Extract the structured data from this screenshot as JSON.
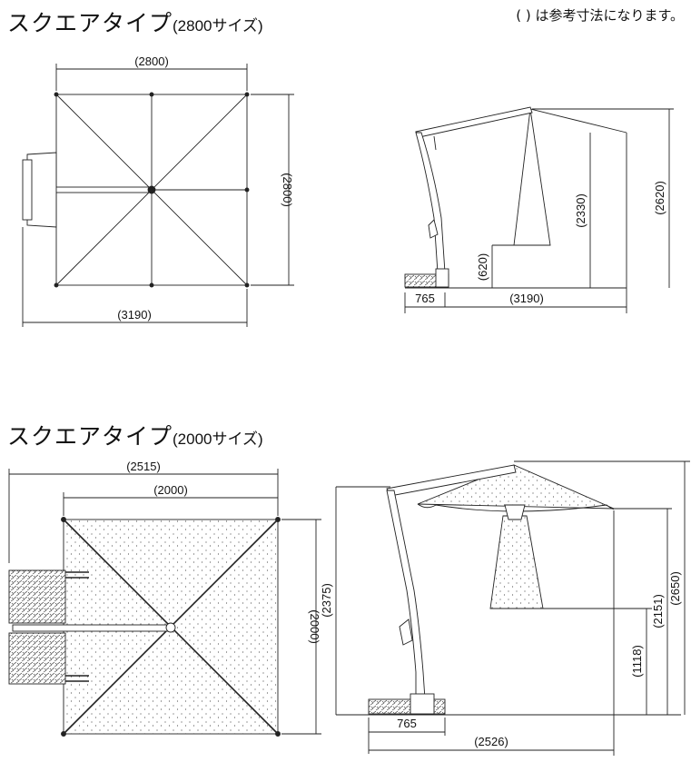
{
  "note": "( ) は参考寸法になります。",
  "sections": [
    {
      "title": "スクエアタイプ",
      "subtitle": "(2800サイズ)",
      "plan": {
        "top_width": "(2800)",
        "side_height": "(2800)",
        "bottom_width": "(3190)"
      },
      "elevation": {
        "h1": "(2330)",
        "h2": "(2620)",
        "h3": "(620)",
        "base": "765",
        "span": "(3190)"
      }
    },
    {
      "title": "スクエアタイプ",
      "subtitle": "(2000サイズ)",
      "plan": {
        "outer_width": "(2515)",
        "inner_width": "(2000)",
        "side_height": "(2000)"
      },
      "elevation": {
        "h_total": "(2375)",
        "h_top": "(2650)",
        "h_mid": "(2151)",
        "h_low": "(1118)",
        "base": "765",
        "span": "(2526)"
      }
    }
  ]
}
